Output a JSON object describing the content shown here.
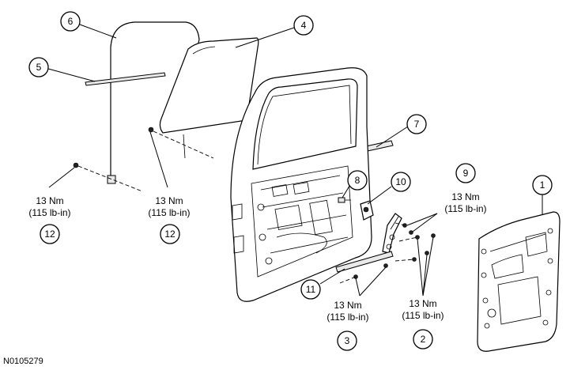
{
  "figure_id": "N0105279",
  "callouts": [
    {
      "id": "c1",
      "label": "1"
    },
    {
      "id": "c2",
      "label": "2"
    },
    {
      "id": "c3",
      "label": "3"
    },
    {
      "id": "c4",
      "label": "4"
    },
    {
      "id": "c5",
      "label": "5"
    },
    {
      "id": "c6",
      "label": "6"
    },
    {
      "id": "c7",
      "label": "7"
    },
    {
      "id": "c8",
      "label": "8"
    },
    {
      "id": "c9",
      "label": "9"
    },
    {
      "id": "c10",
      "label": "10"
    },
    {
      "id": "c11",
      "label": "11"
    },
    {
      "id": "c12a",
      "label": "12"
    },
    {
      "id": "c12b",
      "label": "12"
    }
  ],
  "torque_specs": [
    {
      "id": "t12a",
      "nm": "13 Nm",
      "lbin": "(115 lb-in)"
    },
    {
      "id": "t12b",
      "nm": "13 Nm",
      "lbin": "(115 lb-in)"
    },
    {
      "id": "t9",
      "nm": "13 Nm",
      "lbin": "(115 lb-in)"
    },
    {
      "id": "t3",
      "nm": "13 Nm",
      "lbin": "(115 lb-in)"
    },
    {
      "id": "t2",
      "nm": "13 Nm",
      "lbin": "(115 lb-in)"
    }
  ]
}
